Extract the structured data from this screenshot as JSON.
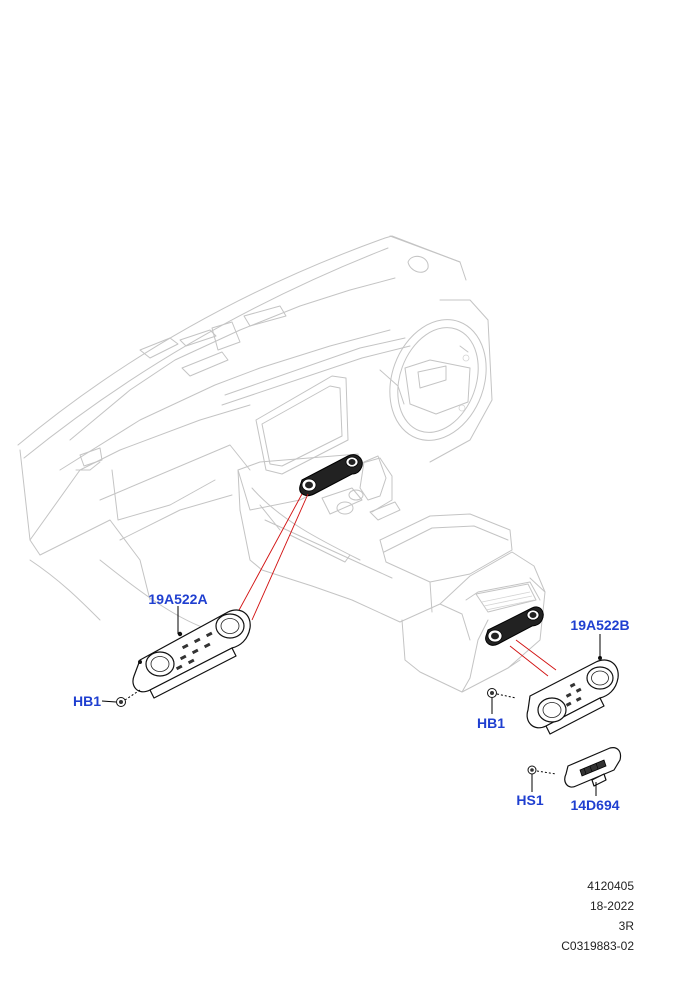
{
  "callouts": {
    "front_control": "19A522A",
    "front_screw": "HB1",
    "rear_control": "19A522B",
    "rear_screw": "HB1",
    "sensor_screw": "HS1",
    "sensor": "14D694"
  },
  "reference": {
    "line1": "4120405",
    "line2": "18-2022",
    "line3": "3R",
    "line4": "C0319883-02"
  },
  "colors": {
    "callout": "#1f3fd0",
    "highlight_line": "#d21010"
  }
}
